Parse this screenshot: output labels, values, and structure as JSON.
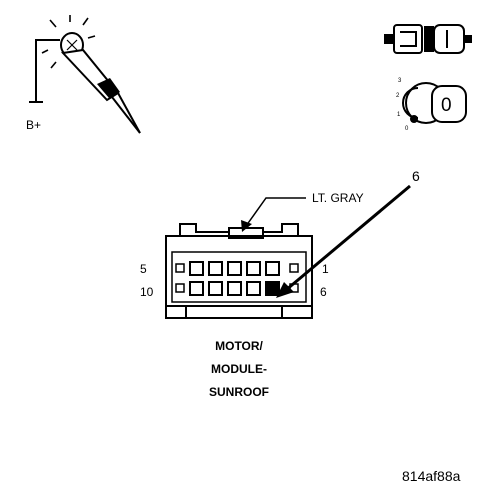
{
  "test_light": {
    "label": "B+"
  },
  "ignition": {
    "positions": [
      "3",
      "2",
      "1",
      "0"
    ],
    "key_label": "0"
  },
  "connector": {
    "color_label": "LT. GRAY",
    "pin_callout": "6",
    "pin_left_top": "5",
    "pin_left_bottom": "10",
    "pin_right_top": "1",
    "pin_right_bottom": "6",
    "name_lines": [
      "MOTOR/",
      "MODULE-",
      "SUNROOF"
    ]
  },
  "figure_id": "814af88a"
}
